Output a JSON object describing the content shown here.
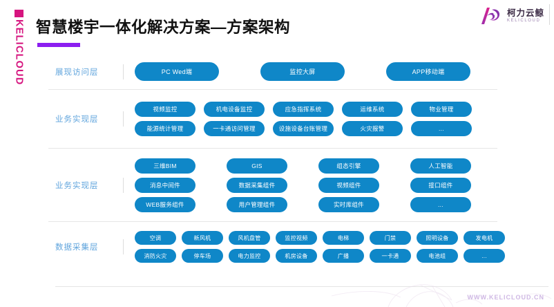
{
  "brand": {
    "rail_text": "KELICLOUD",
    "accent_magenta": "#d6157f",
    "accent_purple": "#8c1ef0",
    "chip_blue": "#0f87c8",
    "label_blue": "#61a5dd"
  },
  "header": {
    "title": "智慧楼宇一体化解决方案—方案架构"
  },
  "logo": {
    "name_cn": "柯力云鲸",
    "name_en": "KELICLOUD"
  },
  "footer": {
    "url": "WWW.KELICLOUD.CN"
  },
  "layers": [
    {
      "label": "展现访问层",
      "rows": [
        [
          "PC Wed端",
          "监控大屏",
          "APP移动端"
        ]
      ]
    },
    {
      "label": "业务实现层",
      "rows": [
        [
          "视频监控",
          "机电设备监控",
          "应急指挥系统",
          "运维系统",
          "物业管理"
        ],
        [
          "能源统计管理",
          "一卡通访问管理",
          "设施设备台账管理",
          "火灾报警",
          "..."
        ]
      ]
    },
    {
      "label": "业务实现层",
      "rows": [
        [
          "三维BIM",
          "GIS",
          "组态引擎",
          "人工智能"
        ],
        [
          "消息中间件",
          "数据采集组件",
          "视频组件",
          "接口组件"
        ],
        [
          "WEB服务组件",
          "用户管理组件",
          "实时库组件",
          "..."
        ]
      ]
    },
    {
      "label": "数据采集层",
      "rows": [
        [
          "空调",
          "新风机",
          "风机盘管",
          "监控视频",
          "电梯",
          "门禁",
          "照明设备",
          "发电机"
        ],
        [
          "消防火灾",
          "停车场",
          "电力监控",
          "机房设备",
          "广播",
          "一卡通",
          "电池组",
          "..."
        ]
      ]
    }
  ]
}
